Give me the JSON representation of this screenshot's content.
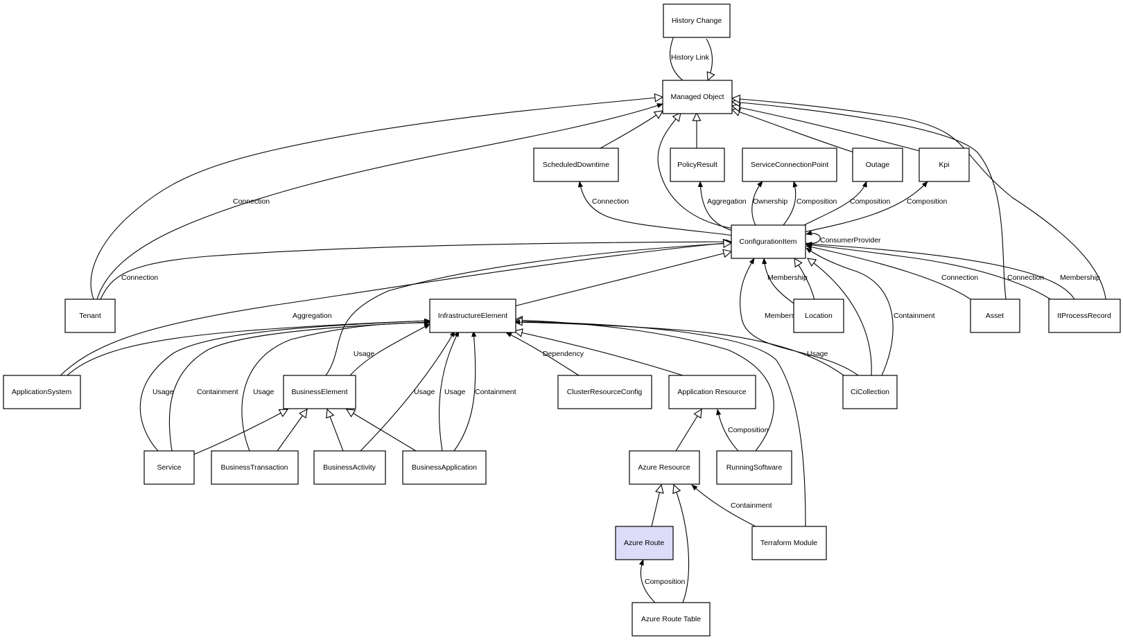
{
  "diagram": {
    "nodes": {
      "historyChange": "History Change",
      "managedObject": "Managed Object",
      "scheduledDowntime": "ScheduledDowntime",
      "policyResult": "PolicyResult",
      "serviceConnectionPoint": "ServiceConnectionPoint",
      "outage": "Outage",
      "kpi": "Kpi",
      "configurationItem": "ConfigurationItem",
      "tenant": "Tenant",
      "infrastructureElement": "InfrastructureElement",
      "location": "Location",
      "asset": "Asset",
      "itProcessRecord": "ItProcessRecord",
      "applicationSystem": "ApplicationSystem",
      "businessElement": "BusinessElement",
      "clusterResourceConfig": "ClusterResourceConfig",
      "applicationResource": "Application Resource",
      "ciCollection": "CiCollection",
      "service": "Service",
      "businessTransaction": "BusinessTransaction",
      "businessActivity": "BusinessActivity",
      "businessApplication": "BusinessApplication",
      "azureResource": "Azure Resource",
      "runningSoftware": "RunningSoftware",
      "azureRoute": "Azure Route",
      "terraformModule": "Terraform Module",
      "azureRouteTable": "Azure Route Table"
    },
    "edge_labels": {
      "historyLink": "History Link",
      "connectionTenantMO": "Connection",
      "connectionCiSd": "Connection",
      "aggregationCiPr": "Aggregation",
      "ownership": "Ownership",
      "compositionCiScp": "Composition",
      "compositionCiOutage": "Composition",
      "compositionCiKpi": "Composition",
      "consumerProvider": "ConsumerProvider",
      "connectionTenantCi": "Connection",
      "membershipLocation": "Membership",
      "connectionAsset": "Connection",
      "connectionItpr": "Connection",
      "membershipItpr": "Membership",
      "aggregationAppSys": "Aggregation",
      "usageBe": "Usage",
      "dependency": "Dependency",
      "membershipCiColl": "Membership",
      "usageCiColl": "Usage",
      "containmentCiColl": "Containment",
      "usageService": "Usage",
      "containmentService": "Containment",
      "usageBt": "Usage",
      "usageBact": "Usage",
      "usageBapp": "Usage",
      "containmentBapp": "Containment",
      "compositionRs": "Composition",
      "containmentTm": "Containment",
      "compositionArt": "Composition"
    }
  }
}
